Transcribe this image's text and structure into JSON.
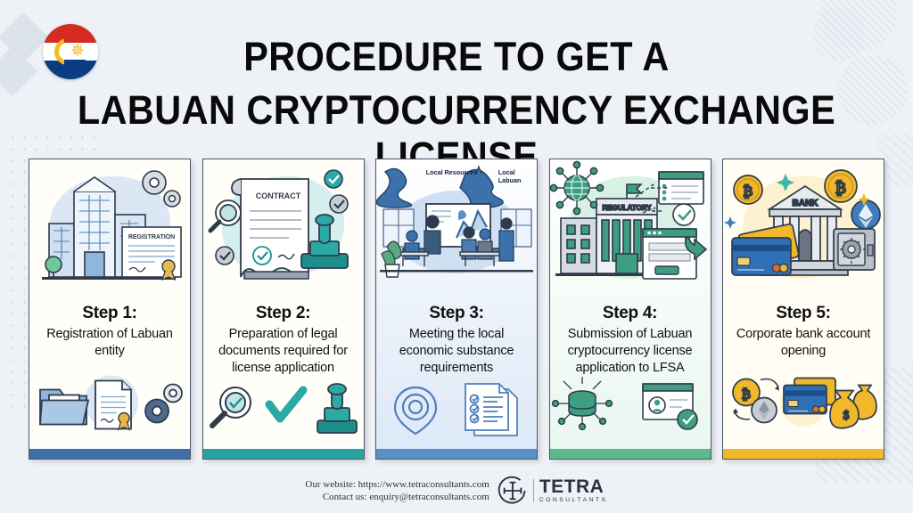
{
  "header": {
    "flag_icon": "labuan-flag-icon",
    "title_line1": "PROCEDURE TO GET A",
    "title_line2": "LABUAN CRYPTOCURRENCY EXCHANGE LICENSE"
  },
  "cards": [
    {
      "id": "step-1",
      "step_title": "Step 1:",
      "description": "Registration of Labuan entity",
      "accent": "#3d6fa8",
      "blob": "#dbe7f5",
      "art_icons": [
        "office-building-icon",
        "gear-icon",
        "registration-certificate-icon",
        "tree-icon"
      ],
      "footer_icons": [
        "folder-icon",
        "certificate-document-icon",
        "gear-icon"
      ],
      "art_label": "REGISTRATION"
    },
    {
      "id": "step-2",
      "step_title": "Step 2:",
      "description": "Preparation of legal documents required for license application",
      "accent": "#2aa3a0",
      "blob": "#d5efee",
      "art_icons": [
        "contract-document-icon",
        "magnifier-icon",
        "rubber-stamp-icon",
        "check-circle-icon"
      ],
      "footer_icons": [
        "magnifier-check-icon",
        "checkmark-icon",
        "rubber-stamp-icon"
      ],
      "art_label": "CONTRACT"
    },
    {
      "id": "step-3",
      "step_title": "Step 3:",
      "description": "Meeting the local economic substance requirements",
      "accent": "#5b8fc9",
      "blob": "#cfe0f2",
      "art_icons": [
        "map-silhouette-icon",
        "office-meeting-icon",
        "presentation-chart-icon",
        "plant-icon"
      ],
      "footer_icons": [
        "location-pin-icon",
        "checklist-document-icon"
      ],
      "map_label_left": "Local Resources",
      "map_label_right": "Local Labuan"
    },
    {
      "id": "step-4",
      "step_title": "Step 4:",
      "description": "Submission of Labuan cryptocurrency license application to LFSA",
      "accent": "#5cba8a",
      "blob": "#d9f0e4",
      "art_icons": [
        "globe-network-icon",
        "regulatory-building-icon",
        "browser-window-icon",
        "check-circle-icon",
        "submit-arrow-icon"
      ],
      "footer_icons": [
        "database-network-icon",
        "user-profile-window-icon",
        "check-circle-icon"
      ],
      "art_label": "REGULATORY"
    },
    {
      "id": "step-5",
      "step_title": "Step 5:",
      "description": "Corporate bank account opening",
      "accent": "#f0b82a",
      "blob": "#fdf1cf",
      "art_icons": [
        "bank-building-icon",
        "bitcoin-coin-icon",
        "ethereum-coin-icon",
        "credit-card-icon",
        "safe-vault-icon",
        "sparkle-icon"
      ],
      "footer_icons": [
        "crypto-exchange-icon",
        "credit-card-icon",
        "money-bag-icon"
      ],
      "art_label": "BANK"
    }
  ],
  "footer": {
    "website_line": "Our website: https://www.tetraconsultants.com",
    "contact_line": "Contact us: enquiry@tetraconsultants.com",
    "logo_name": "TETRA",
    "logo_tagline": "CONSULTANTS",
    "logo_icon": "tetra-circle-logo-icon"
  }
}
